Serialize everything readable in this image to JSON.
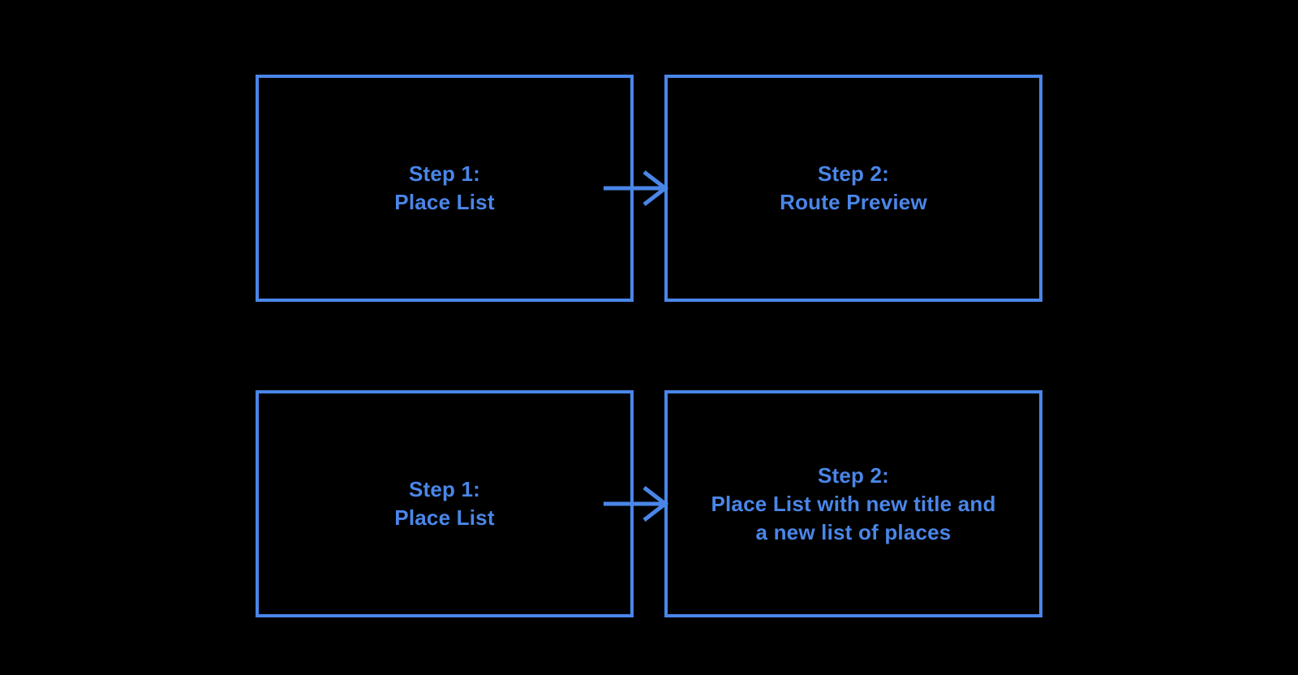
{
  "diagram": {
    "background_color": "#000000",
    "accent_color": "#4a86e8",
    "boxes": [
      {
        "name": "step1-top",
        "lines": [
          "Step 1:",
          "Place List"
        ]
      },
      {
        "name": "step2-top",
        "lines": [
          "Step 2:",
          "Route Preview"
        ]
      },
      {
        "name": "step1-bottom",
        "lines": [
          "Step 1:",
          "Place List"
        ]
      },
      {
        "name": "step2-bottom",
        "lines": [
          "Step 2:",
          "Place List with new title and",
          "a new list of places"
        ]
      }
    ],
    "connectors": [
      {
        "name": "arrow-top",
        "direction": "right"
      },
      {
        "name": "arrow-bottom",
        "direction": "right"
      }
    ]
  }
}
